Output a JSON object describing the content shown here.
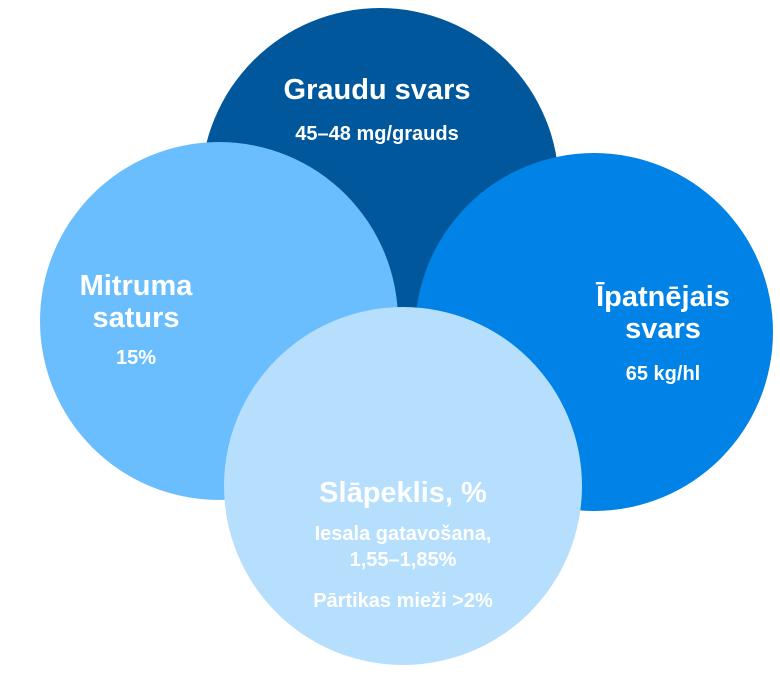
{
  "circles": [
    {
      "id": "grain-weight",
      "title": "Graudu svars",
      "lines": [
        "45–48 mg/grauds"
      ],
      "color": "#01579b"
    },
    {
      "id": "moisture",
      "title_lines": [
        "Mitruma",
        "saturs"
      ],
      "lines": [
        "15%"
      ],
      "color": "#6bbefd"
    },
    {
      "id": "specific-weight",
      "title_lines": [
        "Īpatnējais",
        "svars"
      ],
      "lines": [
        "65 kg/hl"
      ],
      "color": "#0082e6"
    },
    {
      "id": "nitrogen",
      "title": "Slāpeklis, %",
      "lines": [
        "Iesala gatavošana,",
        "1,55–1,85%",
        "Pārtikas mieži >2%"
      ],
      "color": "#b6dffd"
    }
  ]
}
